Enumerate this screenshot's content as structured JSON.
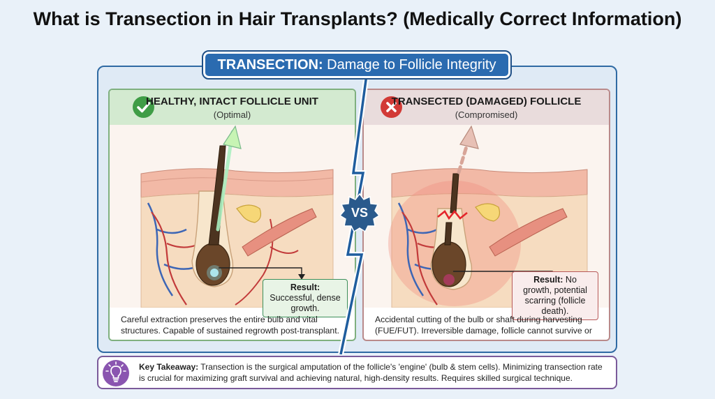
{
  "title": "What is Transection in Hair Transplants? (Medically Correct Information)",
  "banner": {
    "strong": "TRANSECTION:",
    "rest": " Damage to Follicle Integrity"
  },
  "vs_label": "VS",
  "left_panel": {
    "title": "HEALTHY, INTACT FOLLICLE UNIT",
    "subtitle": "(Optimal)",
    "result_label": "Result:",
    "result_text": " Successful, dense growth.",
    "description": "Careful extraction preserves the entire bulb and vital structures. Capable of sustained regrowth post-transplant."
  },
  "right_panel": {
    "title": "TRANSECTED (DAMAGED) FOLLICLE",
    "subtitle": "(Compromised)",
    "result_label": "Result:",
    "result_text": " No growth, potential scarring (follicle death).",
    "description": "Accidental cutting of the bulb or shaft during harvesting (FUE/FUT). Irreversible damage, follicle cannot survive or grow."
  },
  "takeaway": {
    "label": "Key Takeaway:",
    "text": " Transection is the surgical amputation of the follicle's 'engine' (bulb & stem cells). Minimizing transection rate is crucial for maximizing graft survival and achieving natural, high-density results. Requires skilled surgical technique."
  },
  "colors": {
    "healthy": "#3f9d46",
    "damaged": "#d23a36",
    "banner": "#2b6bb0",
    "takeaway": "#8a55b0"
  }
}
